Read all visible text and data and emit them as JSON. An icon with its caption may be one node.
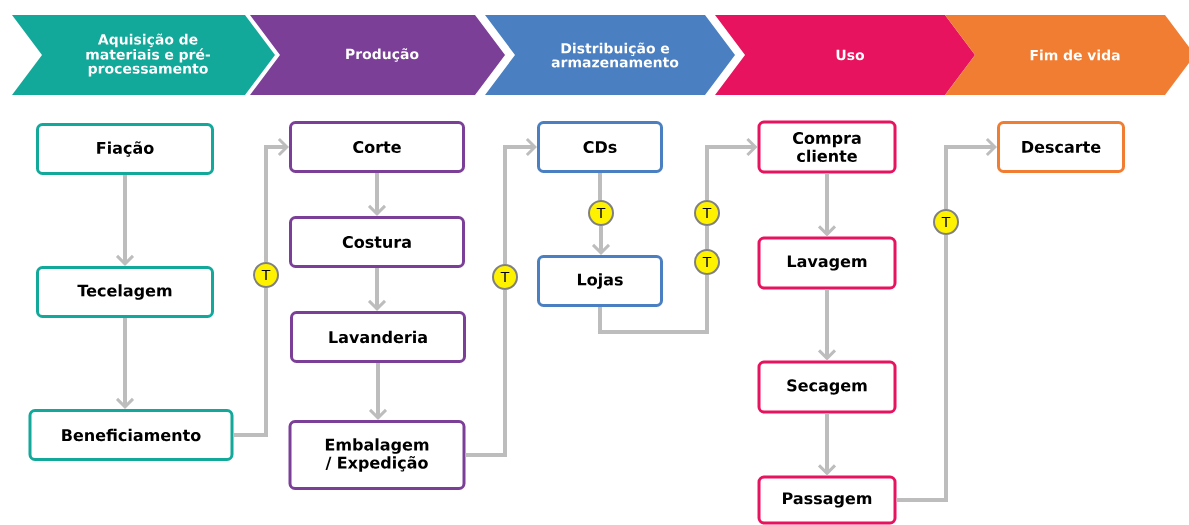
{
  "diagram": {
    "nodes": [
      {
        "text": [
          "Aquisição de materiais e pré-processamento"
        ]
      },
      {
        "text": [
          "Produção"
        ]
      },
      {
        "text": [
          "Distribuição e armazenamento"
        ]
      },
      {
        "text": [
          "Uso"
        ]
      },
      {
        "text": [
          "Fim de vida"
        ]
      },
      {
        "text": [
          "Fiação"
        ]
      },
      {
        "text": [
          "Tecelagem"
        ]
      },
      {
        "text": [
          "Beneficiamento"
        ]
      },
      {
        "text": [
          "Corte"
        ]
      },
      {
        "text": [
          "Costura"
        ]
      },
      {
        "text": [
          "Lavanderia"
        ]
      },
      {
        "text": [
          "Embalagem / Expedição"
        ]
      },
      {
        "text": [
          "CDs"
        ]
      },
      {
        "text": [
          "Lojas"
        ]
      },
      {
        "text": [
          "Compra cliente"
        ]
      },
      {
        "text": [
          "Lavagem"
        ]
      },
      {
        "text": [
          "Secagem"
        ]
      },
      {
        "text": [
          "Passagem"
        ]
      },
      {
        "text": [
          "Descarte"
        ]
      },
      {
        "text": [
          "T"
        ]
      },
      {
        "text": [
          "T"
        ]
      },
      {
        "text": [
          "T"
        ]
      },
      {
        "text": [
          "T"
        ]
      },
      {
        "text": [
          "T"
        ]
      },
      {
        "text": [
          "T"
        ]
      }
    ],
    "edges": [
      {
        "from": 5,
        "to": 6,
        "arrow": "to"
      },
      {
        "from": 6,
        "to": 7,
        "arrow": "to"
      },
      {
        "from": 7,
        "to": 19,
        "arrow": "none"
      },
      {
        "from": 19,
        "to": 8,
        "arrow": "to"
      },
      {
        "from": 8,
        "to": 9,
        "arrow": "to"
      },
      {
        "from": 9,
        "to": 10,
        "arrow": "to"
      },
      {
        "from": 10,
        "to": 11,
        "arrow": "to"
      },
      {
        "from": 11,
        "to": 20,
        "arrow": "none"
      },
      {
        "from": 20,
        "to": 12,
        "arrow": "to"
      },
      {
        "from": 12,
        "to": 21,
        "arrow": "none"
      },
      {
        "from": 21,
        "to": 13,
        "arrow": "to"
      },
      {
        "from": 13,
        "to": 22,
        "arrow": "none"
      },
      {
        "from": 22,
        "to": 23,
        "arrow": "none"
      },
      {
        "from": 23,
        "to": 14,
        "arrow": "to"
      },
      {
        "from": 14,
        "to": 15,
        "arrow": "to"
      },
      {
        "from": 15,
        "to": 16,
        "arrow": "to"
      },
      {
        "from": 16,
        "to": 17,
        "arrow": "to"
      },
      {
        "from": 17,
        "to": 24,
        "arrow": "none"
      },
      {
        "from": 24,
        "to": 18,
        "arrow": "to"
      }
    ]
  }
}
